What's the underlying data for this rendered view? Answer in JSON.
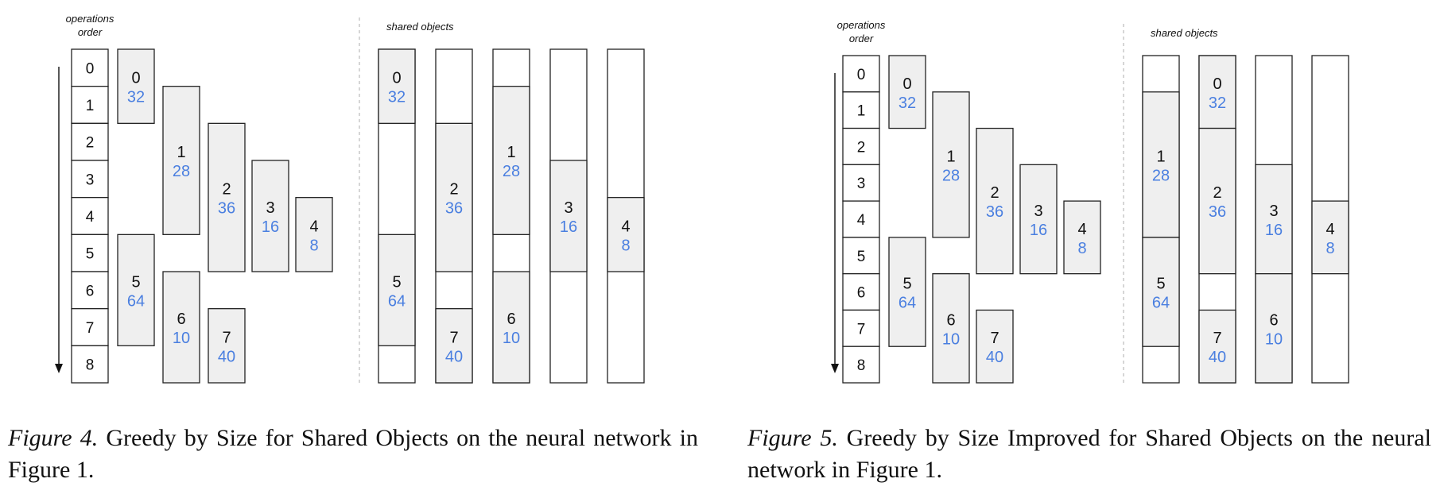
{
  "colors": {
    "size_text": "#4a7fe0",
    "id_text": "#111111",
    "tensor_fill": "#efefef",
    "stroke": "#222222",
    "divider": "#bbbbbb"
  },
  "panels": [
    {
      "ops_title": [
        "operations",
        "order"
      ],
      "objects_title": "shared objects",
      "ops": [
        "0",
        "1",
        "2",
        "3",
        "4",
        "5",
        "6",
        "7",
        "8"
      ],
      "tensors": [
        {
          "id": "0",
          "size": "32",
          "col": 0,
          "start": 0,
          "end": 1
        },
        {
          "id": "1",
          "size": "28",
          "col": 1,
          "start": 1,
          "end": 4
        },
        {
          "id": "2",
          "size": "36",
          "col": 2,
          "start": 2,
          "end": 5
        },
        {
          "id": "3",
          "size": "16",
          "col": 3,
          "start": 3,
          "end": 5
        },
        {
          "id": "4",
          "size": "8",
          "col": 4,
          "start": 4,
          "end": 5
        },
        {
          "id": "5",
          "size": "64",
          "col": 0,
          "start": 5,
          "end": 7
        },
        {
          "id": "6",
          "size": "10",
          "col": 1,
          "start": 6,
          "end": 8
        },
        {
          "id": "7",
          "size": "40",
          "col": 2,
          "start": 7,
          "end": 8
        }
      ],
      "shared_objects": [
        [
          {
            "id": "0",
            "size": "32",
            "start": 0,
            "end": 1
          },
          {
            "id": "5",
            "size": "64",
            "start": 5,
            "end": 7
          }
        ],
        [
          {
            "id": "2",
            "size": "36",
            "start": 2,
            "end": 5
          },
          {
            "id": "7",
            "size": "40",
            "start": 7,
            "end": 8
          }
        ],
        [
          {
            "id": "1",
            "size": "28",
            "start": 1,
            "end": 4
          },
          {
            "id": "6",
            "size": "10",
            "start": 6,
            "end": 8
          }
        ],
        [
          {
            "id": "3",
            "size": "16",
            "start": 3,
            "end": 5
          }
        ],
        [
          {
            "id": "4",
            "size": "8",
            "start": 4,
            "end": 5
          }
        ]
      ],
      "caption": {
        "label": "Figure 4.",
        "text": " Greedy by Size for Shared Objects on the neural network in Figure 1."
      }
    },
    {
      "ops_title": [
        "operations",
        "order"
      ],
      "objects_title": "shared objects",
      "ops": [
        "0",
        "1",
        "2",
        "3",
        "4",
        "5",
        "6",
        "7",
        "8"
      ],
      "tensors": [
        {
          "id": "0",
          "size": "32",
          "col": 0,
          "start": 0,
          "end": 1
        },
        {
          "id": "1",
          "size": "28",
          "col": 1,
          "start": 1,
          "end": 4
        },
        {
          "id": "2",
          "size": "36",
          "col": 2,
          "start": 2,
          "end": 5
        },
        {
          "id": "3",
          "size": "16",
          "col": 3,
          "start": 3,
          "end": 5
        },
        {
          "id": "4",
          "size": "8",
          "col": 4,
          "start": 4,
          "end": 5
        },
        {
          "id": "5",
          "size": "64",
          "col": 0,
          "start": 5,
          "end": 7
        },
        {
          "id": "6",
          "size": "10",
          "col": 1,
          "start": 6,
          "end": 8
        },
        {
          "id": "7",
          "size": "40",
          "col": 2,
          "start": 7,
          "end": 8
        }
      ],
      "shared_objects": [
        [
          {
            "id": "1",
            "size": "28",
            "start": 1,
            "end": 4
          },
          {
            "id": "5",
            "size": "64",
            "start": 5,
            "end": 7
          }
        ],
        [
          {
            "id": "0",
            "size": "32",
            "start": 0,
            "end": 1
          },
          {
            "id": "2",
            "size": "36",
            "start": 2,
            "end": 5
          },
          {
            "id": "7",
            "size": "40",
            "start": 7,
            "end": 8
          }
        ],
        [
          {
            "id": "3",
            "size": "16",
            "start": 3,
            "end": 5
          },
          {
            "id": "6",
            "size": "10",
            "start": 6,
            "end": 8
          }
        ],
        [
          {
            "id": "4",
            "size": "8",
            "start": 4,
            "end": 5
          }
        ]
      ],
      "caption": {
        "label": "Figure 5.",
        "text": " Greedy by Size Improved for Shared Objects on the neural network in Figure 1."
      }
    }
  ]
}
